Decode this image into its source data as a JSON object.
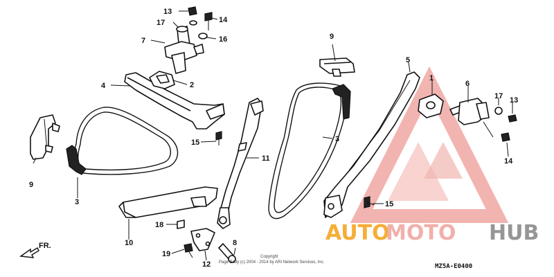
{
  "diagram": {
    "callouts": {
      "c13a": "13",
      "c14a": "14",
      "c17a": "17",
      "c16": "16",
      "c7": "7",
      "c2": "2",
      "c4": "4",
      "c9a": "9",
      "c3a": "3",
      "c15a": "15",
      "c11": "11",
      "c9b": "9",
      "c3b": "3",
      "c5": "5",
      "c1": "1",
      "c6": "6",
      "c17b": "17",
      "c13b": "13",
      "c14b": "14",
      "c15b": "15",
      "c18": "18",
      "c10": "10",
      "c19": "19",
      "c12": "12",
      "c8": "8"
    },
    "front_label": "FR.",
    "copyright": [
      "Copyright",
      "Page Body (c) 2004 - 2014 by ARI Network Services, Inc."
    ],
    "diagram_code": "MZ5A-E0400"
  },
  "watermark": {
    "auto": "AUTO",
    "moto": "MOTO",
    "hub": "HUB",
    "colors": {
      "accent": "#f0a8a3",
      "orange": "#f4a622",
      "grey": "#8b8b8b"
    }
  }
}
